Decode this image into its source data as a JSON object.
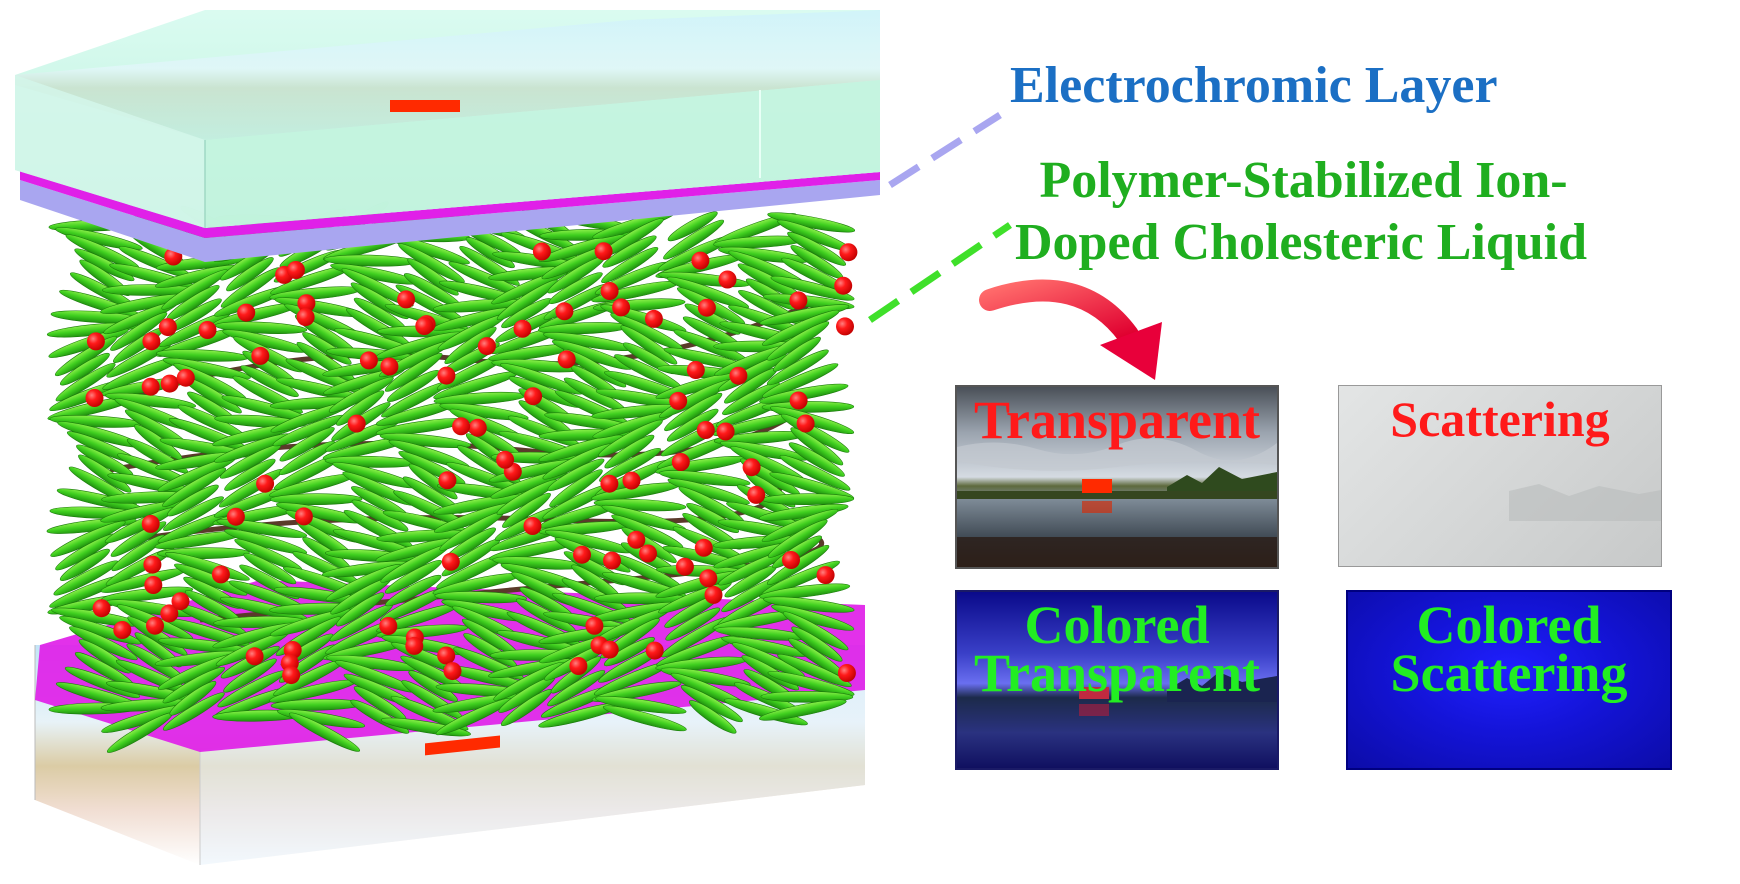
{
  "labels": {
    "electrochromic_layer": "Electrochromic Layer",
    "polymer_line1": "Polymer-Stabilized Ion-",
    "polymer_line2": "Doped Cholesteric Liquid"
  },
  "panels": {
    "transparent": "Transparent",
    "scattering": "Scattering",
    "colored_transparent_line1": "Colored",
    "colored_transparent_line2": "Transparent",
    "colored_scattering_line1": "Colored",
    "colored_scattering_line2": "Scattering"
  },
  "colors": {
    "electrochromic_text": "#1b6fc4",
    "polymer_text": "#1fae1f",
    "panel_red_text": "#ff1a1a",
    "panel_green_text": "#22ee22",
    "liquid_crystal_green": "#3fcf1f",
    "ion_red": "#ff1a1a",
    "electrode_magenta": "#e020e8",
    "glass_cyan": "#c8f5e6",
    "electrochromic_film": "#a9a6f0",
    "arrow_red": "#ff2020",
    "colored_blue": "#1a1aff"
  },
  "icons": {
    "arrow": "curved-arrow-icon"
  }
}
